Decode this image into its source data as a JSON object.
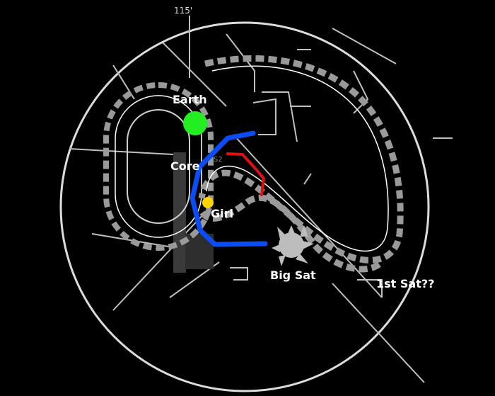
{
  "map": {
    "scale_label": "115'",
    "partial_label": "S2"
  },
  "labels": {
    "earth": "Earth",
    "core": "Core",
    "girl": "Girl",
    "big_sat": "Big Sat",
    "first_sat": "1st Sat??"
  },
  "colors": {
    "earth": "#22ee22",
    "girl": "#ffd400",
    "route_blue": "#0a4df5",
    "route_red": "#e01010",
    "lines": "#d8d8d8",
    "big_sat": "#bdbdbd"
  }
}
